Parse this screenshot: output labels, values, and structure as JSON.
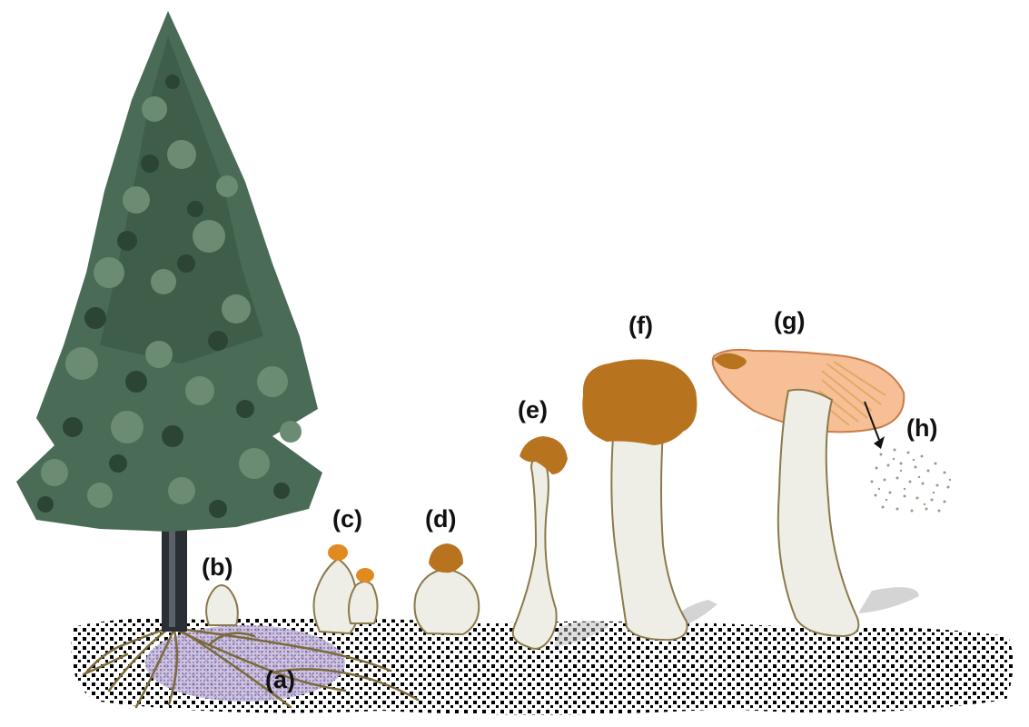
{
  "labels": {
    "a": "(a)",
    "b": "(b)",
    "c": "(c)",
    "d": "(d)",
    "e": "(e)",
    "f": "(f)",
    "g": "(g)",
    "h": "(h)"
  },
  "colors": {
    "tree_foliage": "#4a6b55",
    "tree_foliage_light": "#6b8c72",
    "tree_foliage_dark": "#2c4433",
    "tree_trunk": "#2a2f36",
    "mycelium_patch": "#b8a8d0",
    "roots": "#7a6a3a",
    "stipe": "#eeeee6",
    "stipe_outline": "#8a7a4a",
    "cap_brown": "#b8731f",
    "cap_orange": "#e08a20",
    "mature_cap": "#f6bf95",
    "gills": "#e0a860",
    "spores": "#9a9a8a",
    "soil_dots": "#000000"
  }
}
